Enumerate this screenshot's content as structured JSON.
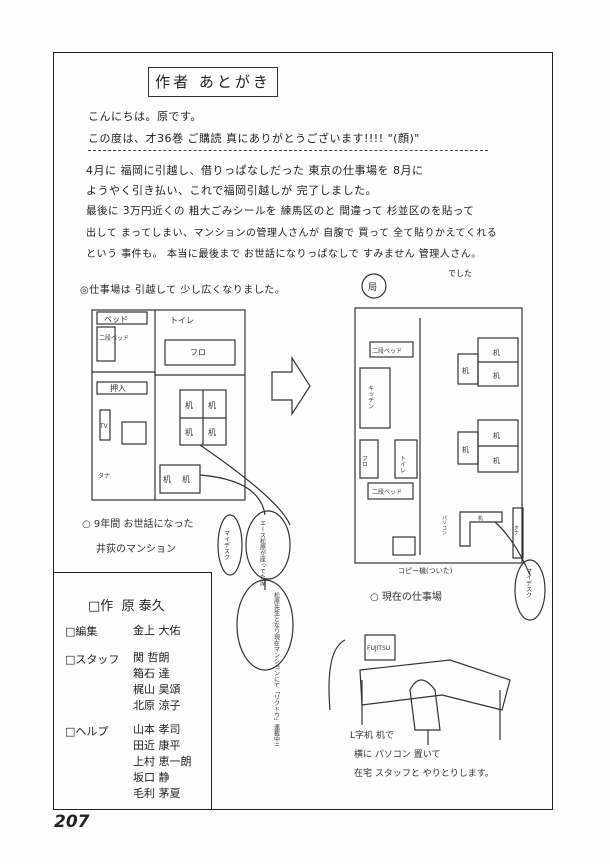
{
  "title": "作者 あとがき",
  "greeting": "こんにちは。原です。",
  "thanks": "この度は、才36巻 ご購読 真にありがとうございます!!!! \"(顔)\"",
  "paragraph": [
    "4月に 福岡に引越し、借りっぱなしだった 東京の仕事場を 8月に",
    "ようやく引き払い、これで福岡引越しが 完了しました。",
    "最後に 3万円近くの 粗大ごみシールを 練馬区のと 間違って 杉並区のを貼って",
    "出して まってしまい、マンションの管理人さんが 自腹で 買って 全て貼りかえてくれる",
    "という 事件も。 本当に最後まで お世話になりっぱなしで すみません 管理人さん。"
  ],
  "aside": "でした",
  "section_note": "◎仕事場は 引越して 少し広くなりました。",
  "old_plan": {
    "labels": [
      "ベッド",
      "二段ベッド",
      "トイレ",
      "フロ",
      "押入",
      "TV",
      "タナ",
      "机",
      "机",
      "机",
      "机",
      "机",
      "机"
    ],
    "caption_1": "○ 9年間 お世話になった",
    "caption_2": "井荻のマンション",
    "balloon_mydesk": "マイデスク",
    "balloon_ace": "エース松原が座ってた席",
    "balloon_matsubara": "松原先生となり現在マンションにて「リクドウ」連載中!!"
  },
  "new_plan": {
    "stamp": "局",
    "labels": [
      "二段ベッド",
      "キッチン",
      "フロ",
      "トイレ",
      "二段ベッド",
      "机",
      "机",
      "机",
      "机",
      "机",
      "机",
      "机",
      "パソコン",
      "タナ"
    ],
    "copier": "コピー機(ついた)",
    "caption": "○ 現在の仕事場",
    "balloon_mydesk": "マイデスク"
  },
  "desk_sketch": {
    "monitor_brand": "FUJITSU",
    "caption": [
      "L字机 机で",
      "横に パソコン 置いて",
      "在宅 スタッフと やりとりします。"
    ]
  },
  "credits": {
    "author_label": "□作",
    "author": "原 泰久",
    "editor_label": "□編集",
    "editor": "金上 大佑",
    "staff_label": "□スタッフ",
    "staff": [
      "関 哲朗",
      "箱石 達",
      "梶山 昊頌",
      "北原 涼子"
    ],
    "help_label": "□ヘルプ",
    "help": [
      "山本 孝司",
      "田近 康平",
      "上村 恵一朗",
      "坂口 静",
      "毛利 茅夏"
    ]
  },
  "page_number": "207"
}
